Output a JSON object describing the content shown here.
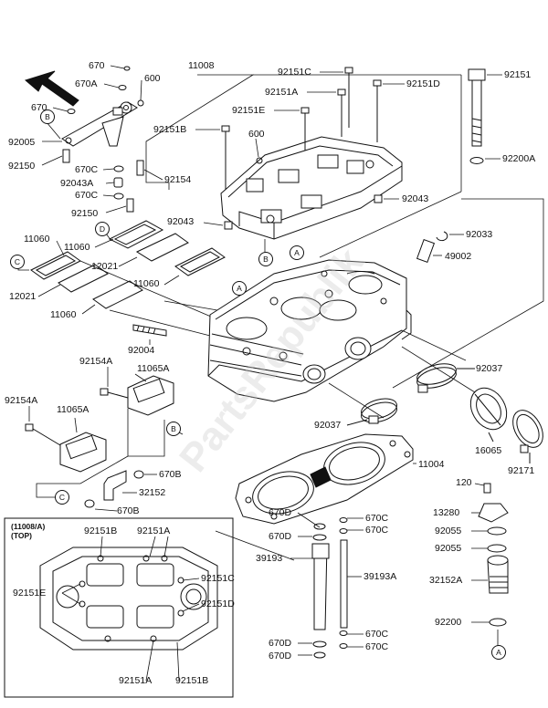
{
  "parts": {
    "p670a": "670",
    "p670A": "670A",
    "p600a": "600",
    "p670b": "670",
    "p92005": "92005",
    "p92150a": "92150",
    "p670Ca": "670C",
    "p92043A": "92043A",
    "p670Cb": "670C",
    "p92150b": "92150",
    "p92154": "92154",
    "p11008": "11008",
    "p92151C": "92151C",
    "p92151A": "92151A",
    "p92151E": "92151E",
    "p92151B": "92151B",
    "p600b": "600",
    "p92151D": "92151D",
    "p92151": "92151",
    "p92200A": "92200A",
    "p92043a": "92043",
    "p92043b": "92043",
    "p92033": "92033",
    "p49002": "49002",
    "p11060a": "11060",
    "p11060b": "11060",
    "p12021a": "12021",
    "p11060c": "11060",
    "p12021b": "12021",
    "p11060d": "11060",
    "p92004": "92004",
    "p92154Aa": "92154A",
    "p11065Aa": "11065A",
    "p92154Ab": "92154A",
    "p11065Ab": "11065A",
    "p92037a": "92037",
    "p92037b": "92037",
    "p16065": "16065",
    "p92171": "92171",
    "p11004": "11004",
    "p670Ba": "670B",
    "p32152": "32152",
    "p670Bb": "670B",
    "p120": "120",
    "p13280": "13280",
    "p92055a": "92055",
    "p92055b": "92055",
    "p32152A": "32152A",
    "p92200": "92200",
    "p670Da": "670D",
    "p670Cc": "670C",
    "p670Db": "670D",
    "p670Cd": "670C",
    "p39193": "39193",
    "p39193A": "39193A",
    "p670Dc": "670D",
    "p670Ce": "670C",
    "p670Dd": "670D",
    "p670Cf": "670C"
  },
  "inset": {
    "title_line1": "(11008/A)",
    "title_line2": "(TOP)",
    "i92151B_top": "92151B",
    "i92151A_top": "92151A",
    "i92151E": "92151E",
    "i92151C": "92151C",
    "i92151D": "92151D",
    "i92151A_bot": "92151A",
    "i92151B_bot": "92151B"
  },
  "markers": {
    "a": "A",
    "b": "B",
    "c": "C",
    "d": "D"
  },
  "watermark": "PartsRepublik",
  "colors": {
    "line": "#111111",
    "fill": "#ffffff",
    "shade": "#d9d9d9",
    "watermark": "#c9c9c9"
  }
}
